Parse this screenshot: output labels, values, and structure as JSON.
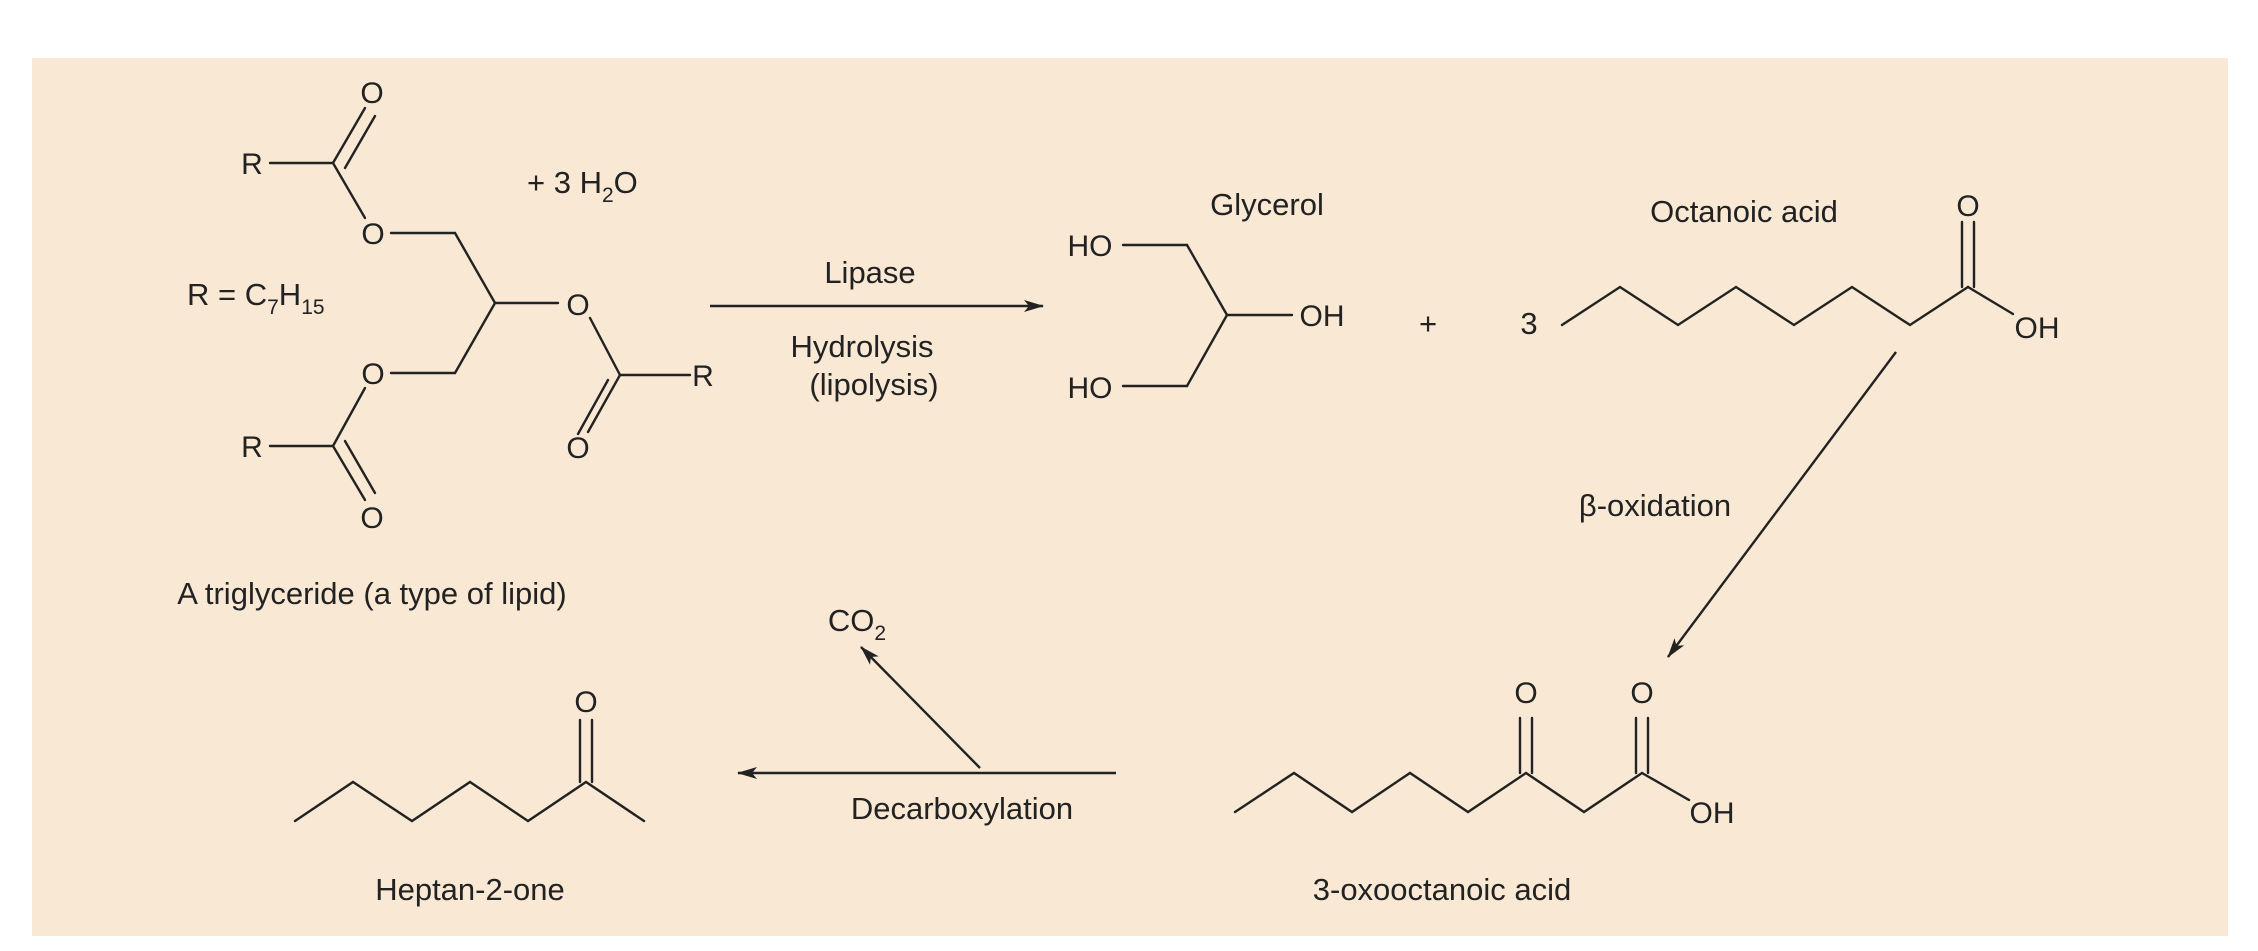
{
  "colors": {
    "panel_background": "#f8e8d4",
    "ink": "#222222"
  },
  "atoms": {
    "O": "O",
    "R": "R",
    "HO": "HO",
    "OH": "OH"
  },
  "reagent": {
    "plus": "+ 3 H",
    "h2o_sub": "2",
    "h2o_o": "O"
  },
  "r_definition": {
    "r_eq": "R = C",
    "sub7": "7",
    "h": "H",
    "sub15": "15"
  },
  "triglyceride": {
    "caption": "A triglyceride (a type of lipid)"
  },
  "step_hydrolysis": {
    "above": "Lipase",
    "below_1": "Hydrolysis",
    "below_2": "(lipolysis)"
  },
  "glycerol": {
    "title": "Glycerol"
  },
  "plus_sign": "+",
  "coefficient": "3",
  "octanoic_acid": {
    "title": "Octanoic acid"
  },
  "step_beta": {
    "label": "β-oxidation"
  },
  "oxooctanoic": {
    "caption": "3-oxooctanoic acid"
  },
  "step_decarboxylation": {
    "label": "Decarboxylation",
    "co": "CO",
    "co_sub": "2"
  },
  "heptanone": {
    "caption": "Heptan-2-one"
  }
}
